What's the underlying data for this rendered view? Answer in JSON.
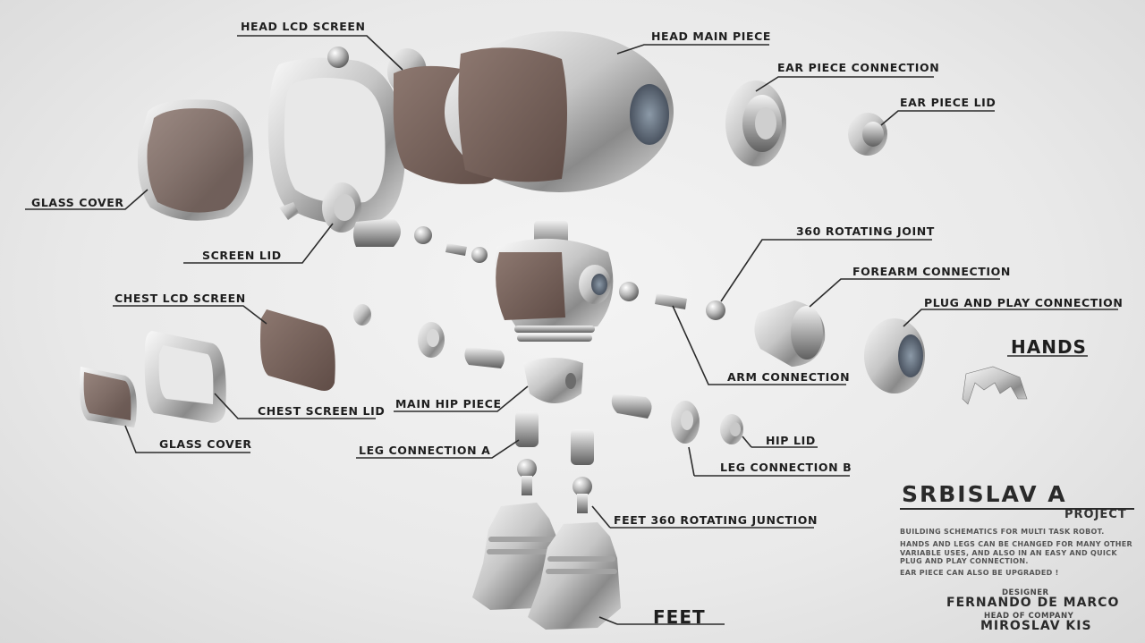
{
  "labels": {
    "head_lcd_screen": "HEAD LCD SCREEN",
    "head_main_piece": "HEAD MAIN PIECE",
    "ear_piece_connection": "EAR PIECE CONNECTION",
    "ear_piece_lid": "EAR PIECE LID",
    "glass_cover_top": "GLASS COVER",
    "screen_lid": "SCREEN LID",
    "rotating_joint": "360 ROTATING JOINT",
    "forearm_connection": "FOREARM CONNECTION",
    "plug_and_play_connection": "PLUG AND PLAY CONNECTION",
    "hands": "HANDS",
    "chest_lcd_screen": "CHEST LCD SCREEN",
    "arm_connection": "ARM CONNECTION",
    "main_hip_piece": "MAIN HIP PIECE",
    "chest_screen_lid": "CHEST SCREEN LID",
    "glass_cover_bottom": "GLASS COVER",
    "hip_lid": "HIP LID",
    "leg_connection_a": "LEG CONNECTION A",
    "leg_connection_b": "LEG CONNECTION B",
    "feet_rotating_junction": "FEET 360 ROTATING JUNCTION",
    "feet": "FEET"
  },
  "info": {
    "title": "SRBISLAV A",
    "subtitle": "PROJECT",
    "desc1": "BUILDING SCHEMATICS FOR MULTI TASK ROBOT.",
    "desc2": "HANDS AND LEGS CAN BE CHANGED FOR MANY OTHER VARIABLE USES, AND ALSO IN AN EASY AND QUICK PLUG AND PLAY CONNECTION.",
    "desc3": "EAR PIECE CAN ALSO BE UPGRADED !",
    "designer_label": "DESIGNER",
    "designer_name": "FERNANDO DE MARCO",
    "head_label": "HEAD OF COMPANY",
    "head_name": "MIROSLAV KIS"
  },
  "colors": {
    "metal_light": "#f2f2f2",
    "metal_mid": "#b7b7b7",
    "metal_dark": "#6e6e6e",
    "screen": "#7a665f",
    "line": "#2b2b2b"
  }
}
